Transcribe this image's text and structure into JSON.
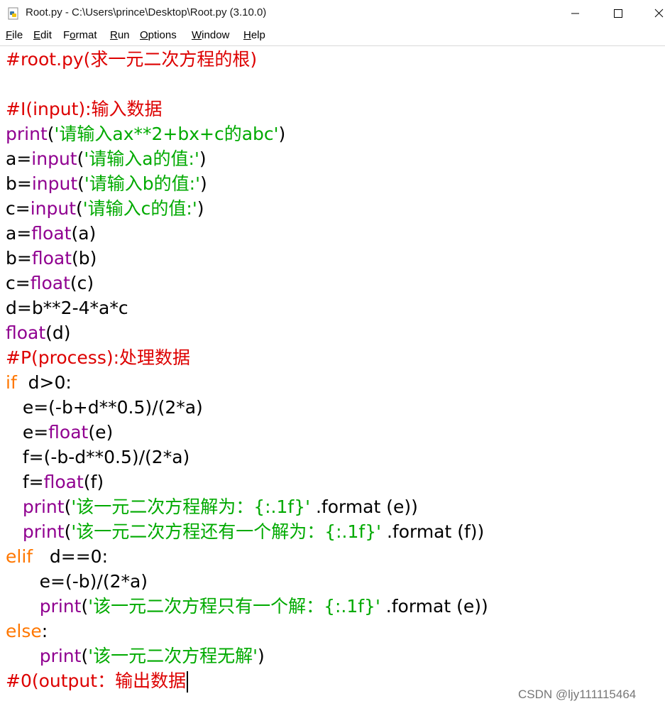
{
  "window": {
    "title": "Root.py - C:\\Users\\prince\\Desktop\\Root.py (3.10.0)",
    "icon": "python-file-icon",
    "controls": [
      "minimize-icon",
      "maximize-icon",
      "close-icon"
    ]
  },
  "menubar": {
    "items": [
      {
        "hot": "F",
        "rest": "ile"
      },
      {
        "hot": "E",
        "rest": "dit"
      },
      {
        "hot": "",
        "pre": "F",
        "hot2": "o",
        "rest": "rmat"
      },
      {
        "hot": "R",
        "rest": "un"
      },
      {
        "hot": "O",
        "rest": "ptions"
      },
      {
        "hot": "W",
        "rest": "indow"
      },
      {
        "hot": "H",
        "rest": "elp"
      }
    ]
  },
  "colors": {
    "keyword": "#ff7700",
    "builtin": "#900090",
    "string": "#00aa00",
    "comment": "#dd0000",
    "text": "#000000"
  },
  "code": {
    "lines": [
      [
        {
          "t": "cm",
          "v": "#root.py(求一元二次方程的根)"
        }
      ],
      [],
      [
        {
          "t": "cm",
          "v": "#I(input):输入数据"
        }
      ],
      [
        {
          "t": "bi",
          "v": "print"
        },
        {
          "t": "",
          "v": "("
        },
        {
          "t": "st",
          "v": "'请输入ax**2+bx+c的abc'"
        },
        {
          "t": "",
          "v": ")"
        }
      ],
      [
        {
          "t": "",
          "v": "a="
        },
        {
          "t": "bi",
          "v": "input"
        },
        {
          "t": "",
          "v": "("
        },
        {
          "t": "st",
          "v": "'请输入a的值:'"
        },
        {
          "t": "",
          "v": ")"
        }
      ],
      [
        {
          "t": "",
          "v": "b="
        },
        {
          "t": "bi",
          "v": "input"
        },
        {
          "t": "",
          "v": "("
        },
        {
          "t": "st",
          "v": "'请输入b的值:'"
        },
        {
          "t": "",
          "v": ")"
        }
      ],
      [
        {
          "t": "",
          "v": "c="
        },
        {
          "t": "bi",
          "v": "input"
        },
        {
          "t": "",
          "v": "("
        },
        {
          "t": "st",
          "v": "'请输入c的值:'"
        },
        {
          "t": "",
          "v": ")"
        }
      ],
      [
        {
          "t": "",
          "v": "a="
        },
        {
          "t": "bi",
          "v": "float"
        },
        {
          "t": "",
          "v": "(a)"
        }
      ],
      [
        {
          "t": "",
          "v": "b="
        },
        {
          "t": "bi",
          "v": "float"
        },
        {
          "t": "",
          "v": "(b)"
        }
      ],
      [
        {
          "t": "",
          "v": "c="
        },
        {
          "t": "bi",
          "v": "float"
        },
        {
          "t": "",
          "v": "(c)"
        }
      ],
      [
        {
          "t": "",
          "v": "d=b**2-4*a*c"
        }
      ],
      [
        {
          "t": "bi",
          "v": "float"
        },
        {
          "t": "",
          "v": "(d)"
        }
      ],
      [
        {
          "t": "cm",
          "v": "#P(process):处理数据"
        }
      ],
      [
        {
          "t": "kw",
          "v": "if"
        },
        {
          "t": "",
          "v": "  d>0:"
        }
      ],
      [
        {
          "t": "",
          "v": "   e=(-b+d**0.5)/(2*a)"
        }
      ],
      [
        {
          "t": "",
          "v": "   e="
        },
        {
          "t": "bi",
          "v": "float"
        },
        {
          "t": "",
          "v": "(e)"
        }
      ],
      [
        {
          "t": "",
          "v": "   f=(-b-d**0.5)/(2*a)"
        }
      ],
      [
        {
          "t": "",
          "v": "   f="
        },
        {
          "t": "bi",
          "v": "float"
        },
        {
          "t": "",
          "v": "(f)"
        }
      ],
      [
        {
          "t": "",
          "v": "   "
        },
        {
          "t": "bi",
          "v": "print"
        },
        {
          "t": "",
          "v": "("
        },
        {
          "t": "st",
          "v": "'该一元二次方程解为：{:.1f}'"
        },
        {
          "t": "",
          "v": " .format (e))"
        }
      ],
      [
        {
          "t": "",
          "v": "   "
        },
        {
          "t": "bi",
          "v": "print"
        },
        {
          "t": "",
          "v": "("
        },
        {
          "t": "st",
          "v": "'该一元二次方程还有一个解为：{:.1f}'"
        },
        {
          "t": "",
          "v": " .format (f))"
        }
      ],
      [
        {
          "t": "kw",
          "v": "elif"
        },
        {
          "t": "",
          "v": "   d==0:"
        }
      ],
      [
        {
          "t": "",
          "v": "      e=(-b)/(2*a)"
        }
      ],
      [
        {
          "t": "",
          "v": "      "
        },
        {
          "t": "bi",
          "v": "print"
        },
        {
          "t": "",
          "v": "("
        },
        {
          "t": "st",
          "v": "'该一元二次方程只有一个解：{:.1f}'"
        },
        {
          "t": "",
          "v": " .format (e))"
        }
      ],
      [
        {
          "t": "kw",
          "v": "else"
        },
        {
          "t": "",
          "v": ":"
        }
      ],
      [
        {
          "t": "",
          "v": "      "
        },
        {
          "t": "bi",
          "v": "print"
        },
        {
          "t": "",
          "v": "("
        },
        {
          "t": "st",
          "v": "'该一元二次方程无解'"
        },
        {
          "t": "",
          "v": ")"
        }
      ],
      [
        {
          "t": "cm",
          "v": "#0(output：输出数据"
        }
      ]
    ]
  },
  "watermark": "CSDN @ljy111115464"
}
